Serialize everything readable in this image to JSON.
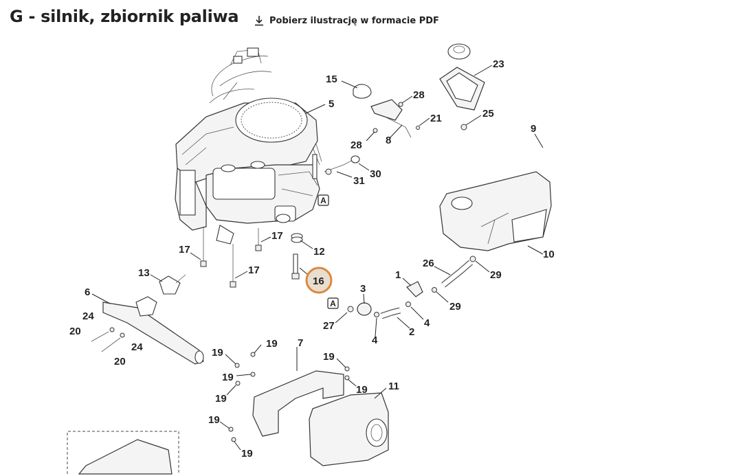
{
  "header": {
    "title": "G - silnik, zbiornik paliwa",
    "download_label": "Pobierz ilustrację w formacie PDF"
  },
  "colors": {
    "highlight_fill": "#e9ddd0",
    "highlight_stroke": "#d98a3d",
    "line": "#222222"
  },
  "callouts": {
    "c1": "1",
    "c2": "2",
    "c3": "3",
    "c4a": "4",
    "c4b": "4",
    "c5": "5",
    "c6": "6",
    "c7": "7",
    "c8": "8",
    "c9": "9",
    "c10": "10",
    "c11": "11",
    "c12": "12",
    "c13": "13",
    "c15": "15",
    "c16": "16",
    "c17a": "17",
    "c17b": "17",
    "c17c": "17",
    "c19a": "19",
    "c19b": "19",
    "c19c": "19",
    "c19d": "19",
    "c19e": "19",
    "c19f": "19",
    "c19g": "19",
    "c19h": "19",
    "c20a": "20",
    "c20b": "20",
    "c21": "21",
    "c23": "23",
    "c24a": "24",
    "c24b": "24",
    "c25": "25",
    "c26": "26",
    "c27": "27",
    "c28a": "28",
    "c28b": "28",
    "c29a": "29",
    "c29b": "29",
    "c30": "30",
    "c31": "31"
  },
  "markers": {
    "a1": "A",
    "a2": "A"
  },
  "icons": {
    "download": "download-icon"
  }
}
